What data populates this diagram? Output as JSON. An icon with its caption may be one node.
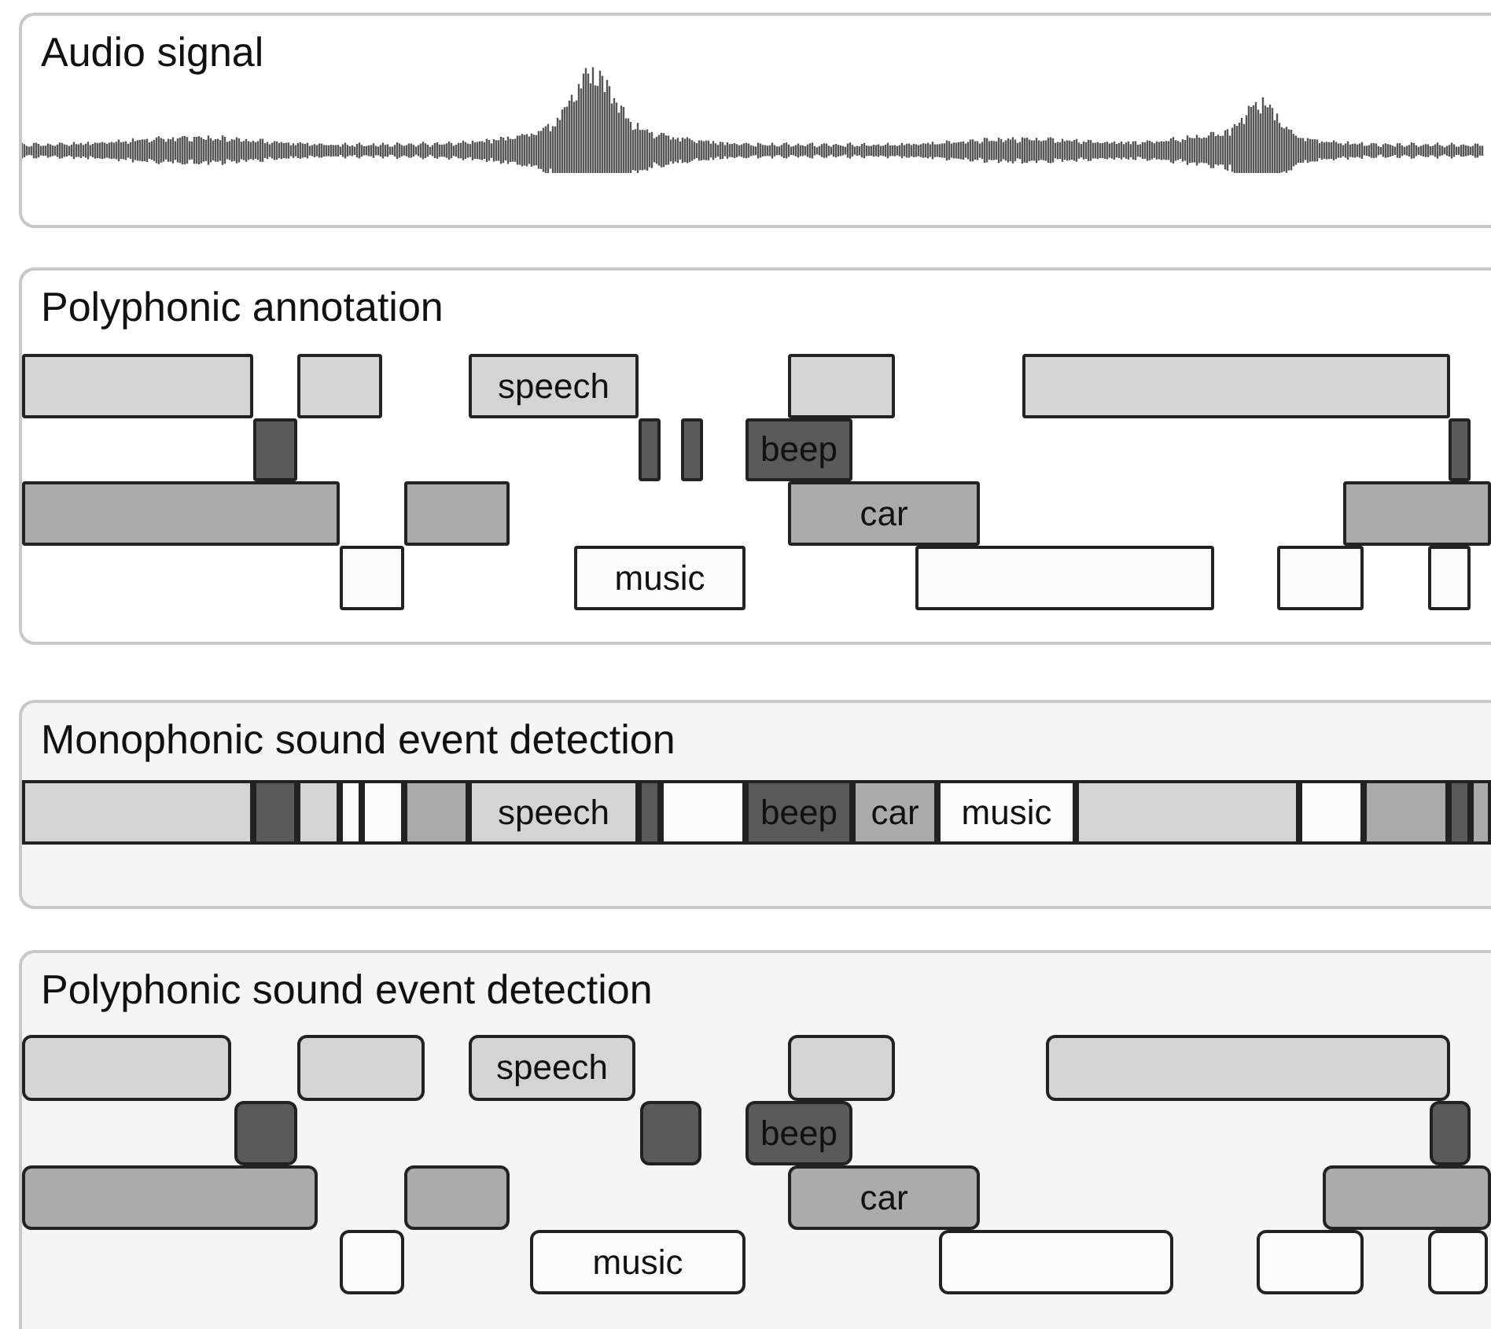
{
  "diagram": {
    "nodes": [
      {
        "text": [
          "Audio signal"
        ]
      },
      {
        "text": [
          "Polyphonic annotation"
        ]
      },
      {
        "text": [],
        "shape": "bar",
        "in": 1
      },
      {
        "text": [],
        "shape": "bar",
        "in": 1
      },
      {
        "text": [
          "speech"
        ],
        "in": 1
      },
      {
        "text": [],
        "shape": "bar",
        "in": 1
      },
      {
        "text": [],
        "shape": "bar",
        "in": 1
      },
      {
        "text": [],
        "shape": "bar",
        "in": 1
      },
      {
        "text": [],
        "shape": "bar",
        "in": 1
      },
      {
        "text": [],
        "shape": "bar",
        "in": 1
      },
      {
        "text": [
          "beep"
        ],
        "in": 1
      },
      {
        "text": [],
        "shape": "bar",
        "in": 1
      },
      {
        "text": [],
        "shape": "bar",
        "in": 1
      },
      {
        "text": [],
        "shape": "bar",
        "in": 1
      },
      {
        "text": [
          "car"
        ],
        "in": 1
      },
      {
        "text": [],
        "shape": "bar",
        "in": 1
      },
      {
        "text": [],
        "shape": "bar",
        "in": 1
      },
      {
        "text": [
          "music"
        ],
        "in": 1
      },
      {
        "text": [],
        "shape": "bar",
        "in": 1
      },
      {
        "text": [],
        "shape": "bar",
        "in": 1
      },
      {
        "text": [],
        "shape": "bar",
        "in": 1
      },
      {
        "text": [
          "Monophonic sound event detection"
        ]
      },
      {
        "text": [],
        "shape": "bar",
        "in": 21
      },
      {
        "text": [],
        "shape": "bar",
        "in": 21
      },
      {
        "text": [],
        "shape": "bar",
        "in": 21
      },
      {
        "text": [],
        "shape": "bar",
        "in": 21
      },
      {
        "text": [],
        "shape": "bar",
        "in": 21
      },
      {
        "text": [],
        "shape": "bar",
        "in": 21
      },
      {
        "text": [
          "speech"
        ],
        "in": 21
      },
      {
        "text": [],
        "shape": "bar",
        "in": 21
      },
      {
        "text": [],
        "shape": "bar",
        "in": 21
      },
      {
        "text": [
          "beep"
        ],
        "in": 21
      },
      {
        "text": [
          "car"
        ],
        "in": 21
      },
      {
        "text": [
          "music"
        ],
        "in": 21
      },
      {
        "text": [],
        "shape": "bar",
        "in": 21
      },
      {
        "text": [],
        "shape": "bar",
        "in": 21
      },
      {
        "text": [],
        "shape": "bar",
        "in": 21
      },
      {
        "text": [],
        "shape": "bar",
        "in": 21
      },
      {
        "text": [],
        "shape": "bar",
        "in": 21
      },
      {
        "text": [
          "Polyphonic sound event detection"
        ]
      },
      {
        "text": [],
        "shape": "bar",
        "in": 39
      },
      {
        "text": [],
        "shape": "bar",
        "in": 39
      },
      {
        "text": [
          "speech"
        ],
        "in": 39
      },
      {
        "text": [],
        "shape": "bar",
        "in": 39
      },
      {
        "text": [],
        "shape": "bar",
        "in": 39
      },
      {
        "text": [],
        "shape": "bar",
        "in": 39
      },
      {
        "text": [],
        "shape": "bar",
        "in": 39
      },
      {
        "text": [
          "beep"
        ],
        "in": 39
      },
      {
        "text": [],
        "shape": "bar",
        "in": 39
      },
      {
        "text": [],
        "shape": "bar",
        "in": 39
      },
      {
        "text": [],
        "shape": "bar",
        "in": 39
      },
      {
        "text": [
          "car"
        ],
        "in": 39
      },
      {
        "text": [],
        "shape": "bar",
        "in": 39
      },
      {
        "text": [],
        "shape": "bar",
        "in": 39
      },
      {
        "text": [
          "music"
        ],
        "in": 39
      },
      {
        "text": [],
        "shape": "bar",
        "in": 39
      },
      {
        "text": [],
        "shape": "bar",
        "in": 39
      },
      {
        "text": [],
        "shape": "bar",
        "in": 39
      }
    ]
  }
}
